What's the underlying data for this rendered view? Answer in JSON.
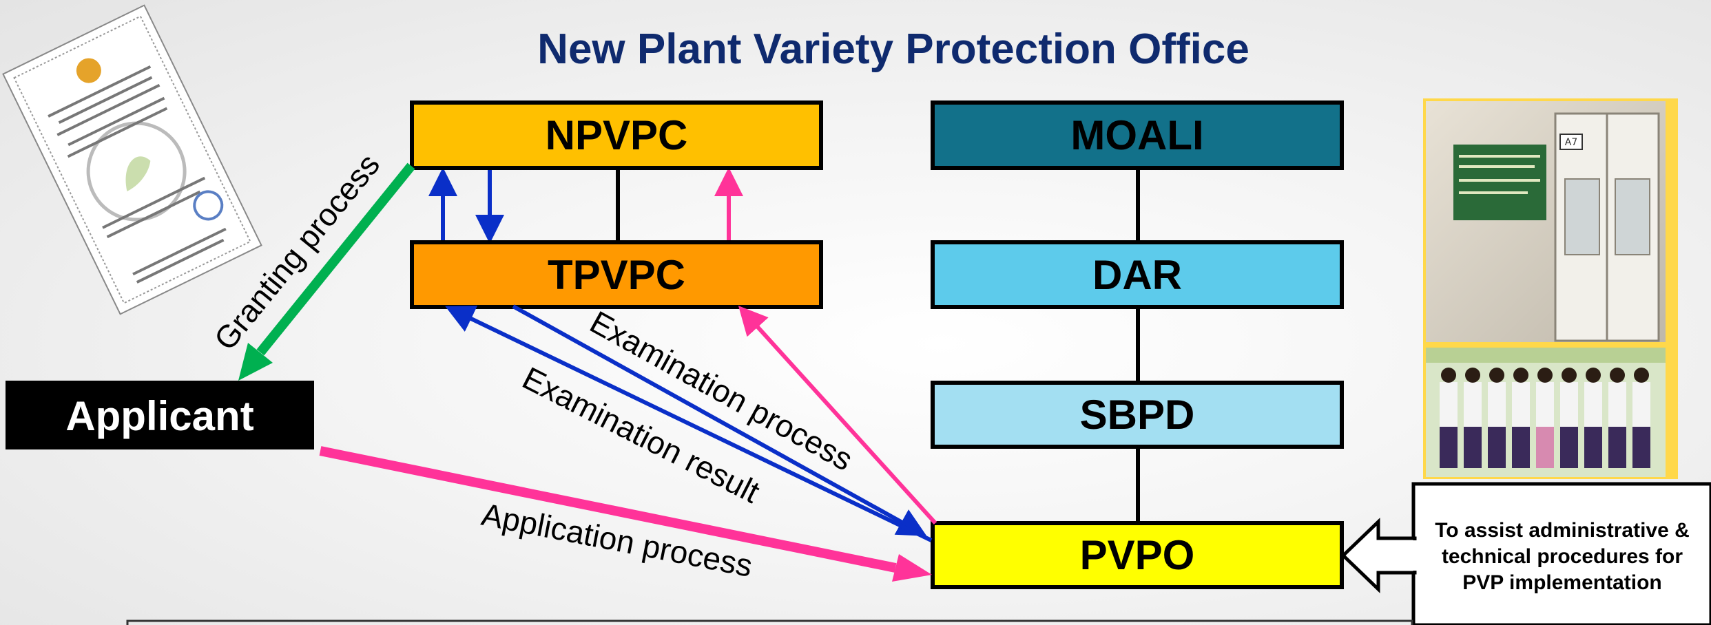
{
  "title": "New Plant Variety Protection Office",
  "boxes": {
    "npvpc": "NPVPC",
    "tpvpc": "TPVPC",
    "moali": "MOALI",
    "dar": "DAR",
    "sbpd": "SBPD",
    "pvpo": "PVPO",
    "applicant": "Applicant"
  },
  "colors": {
    "npvpc": "#ffc000",
    "tpvpc": "#ff9900",
    "moali": "#12718a",
    "dar": "#5dcbeb",
    "sbpd": "#a3dff2",
    "pvpo": "#ffff00",
    "applicant": "#000000",
    "granting_arrow": "#00b050",
    "application_arrow": "#ff3399",
    "examination_arrow": "#0a2fc8",
    "title": "#0f2a6e"
  },
  "flows": {
    "granting": "Granting process",
    "examination_process": "Examination process",
    "examination_result": "Examination result",
    "application": "Application process"
  },
  "note": {
    "line1": "To  assist administrative &",
    "line2": "technical procedures  for",
    "line3": "PVP implementation"
  },
  "photo": {
    "door_tag": "A7"
  }
}
